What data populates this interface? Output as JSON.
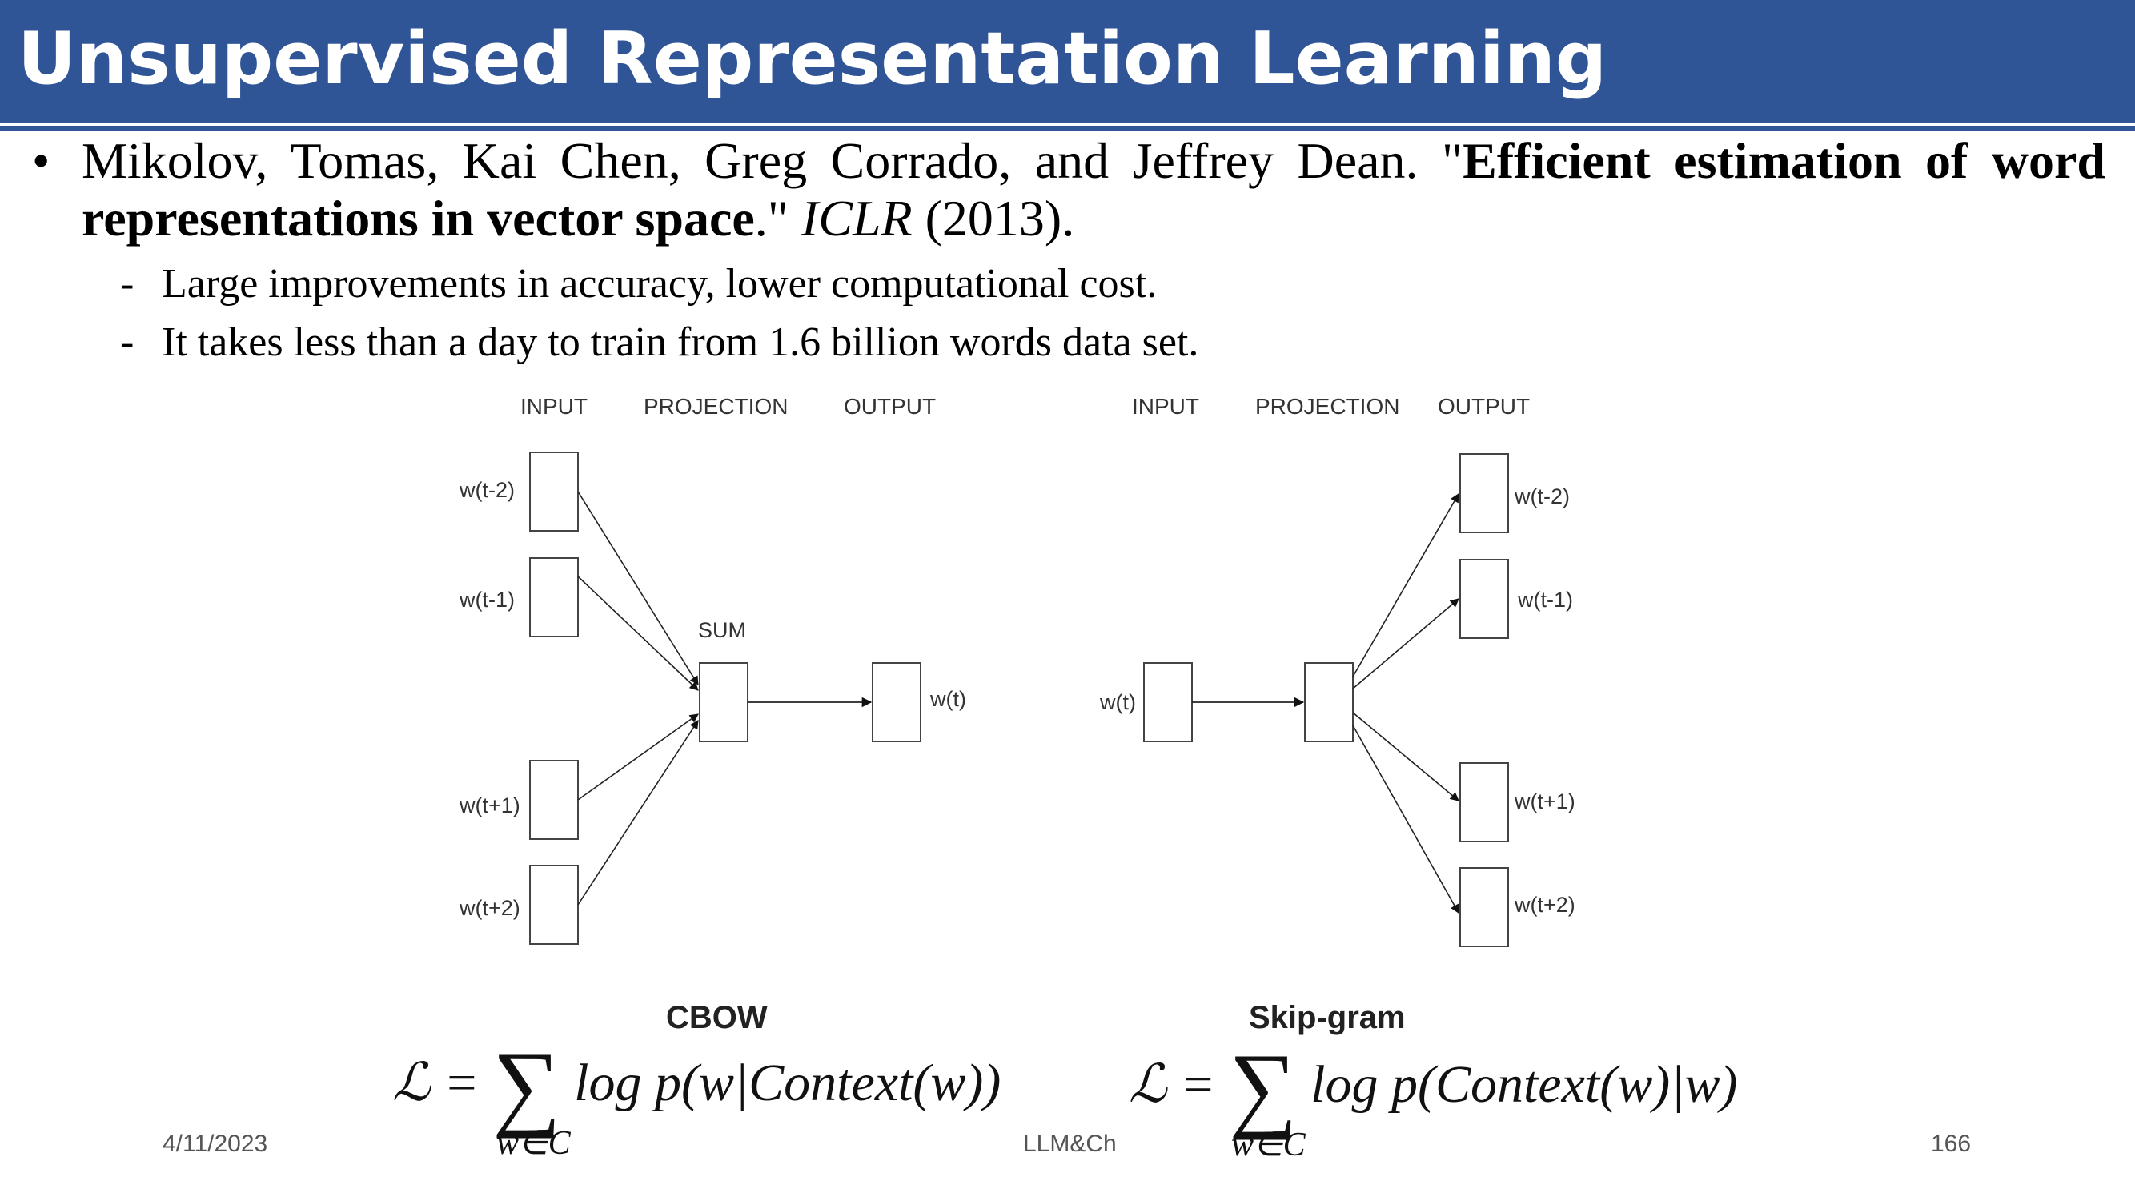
{
  "slide": {
    "title": "Unsupervised Representation Learning",
    "colors": {
      "header": "#2F5597",
      "title_text": "#FFFFFF"
    }
  },
  "citation": {
    "bullet": "•",
    "authors": "Mikolov, Tomas, Kai Chen, Greg Corrado, and Jeffrey Dean. \"",
    "paper_title_part1": "Efficient estimation of word",
    "paper_title_part2": "representations in vector space",
    "after_title": ".\" ",
    "venue": "ICLR",
    "year": " (2013)."
  },
  "points": [
    {
      "dash": "-",
      "text": "Large improvements in accuracy, lower computational cost."
    },
    {
      "dash": "-",
      "text": "It takes less than a day to train from 1.6 billion words data set."
    }
  ],
  "cbow": {
    "headers": {
      "input": "INPUT",
      "projection": "PROJECTION",
      "output": "OUTPUT"
    },
    "inputs": [
      "w(t-2)",
      "w(t-1)",
      "w(t+1)",
      "w(t+2)"
    ],
    "sum_label": "SUM",
    "output": "w(t)",
    "caption": "CBOW",
    "formula": {
      "lhs": "ℒ = ",
      "sum": "∑",
      "body": "log p(w|Context(w))",
      "under": "w∈C"
    }
  },
  "skipgram": {
    "headers": {
      "input": "INPUT",
      "projection": "PROJECTION",
      "output": "OUTPUT"
    },
    "input": "w(t)",
    "outputs": [
      "w(t-2)",
      "w(t-1)",
      "w(t+1)",
      "w(t+2)"
    ],
    "caption": "Skip-gram",
    "formula": {
      "lhs": "ℒ = ",
      "sum": "∑",
      "body": "log p(Context(w)|w)",
      "under": "w∈C"
    }
  },
  "footer": {
    "date": "4/11/2023",
    "center": "LLM&Ch",
    "page": "166"
  }
}
